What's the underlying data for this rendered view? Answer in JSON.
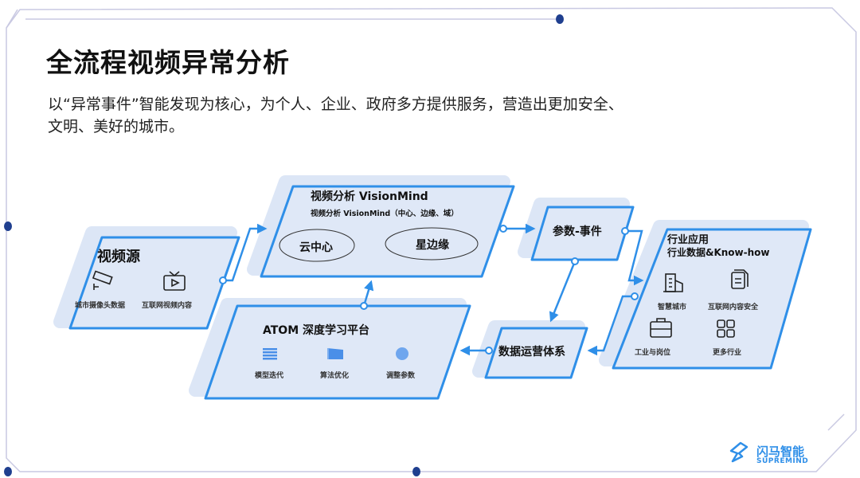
{
  "slide": {
    "title": "全流程视频异常分析",
    "subtitle_line1": "以“异常事件”智能发现为核心，为个人、企业、政府多方提供服务，营造出更加安全、",
    "subtitle_line2": "文明、美好的城市。"
  },
  "nodes": {
    "video_source": {
      "title": "视频源",
      "items": [
        {
          "label": "城市摄像头数据",
          "icon": "cctv-camera-icon"
        },
        {
          "label": "互联网视频内容",
          "icon": "tv-play-icon"
        }
      ]
    },
    "vision_mind": {
      "title": "视频分析 VisionMind",
      "subtitle": "视频分析 VisionMind（中心、边缘、域）",
      "cloud": "云中心",
      "edge": "星边缘"
    },
    "atom": {
      "title": "ATOM 深度学习平台",
      "items": [
        {
          "label": "模型迭代",
          "icon": "layers-icon"
        },
        {
          "label": "算法优化",
          "icon": "area-chart-icon"
        },
        {
          "label": "调整参数",
          "icon": "dial-icon"
        }
      ]
    },
    "params_event": {
      "title": "参数-事件"
    },
    "data_ops": {
      "title": "数据运营体系"
    },
    "industry": {
      "title": "行业应用",
      "subtitle": "行业数据&Know-how",
      "items": [
        {
          "label": "智慧城市",
          "icon": "building-icon"
        },
        {
          "label": "互联网内容安全",
          "icon": "document-icon"
        },
        {
          "label": "工业与岗位",
          "icon": "briefcase-icon"
        },
        {
          "label": "更多行业",
          "icon": "grid-icon"
        }
      ]
    }
  },
  "logo": {
    "cn": "闪马智能",
    "en": "SUPREMIND"
  },
  "colors": {
    "accent": "#2f8fe8",
    "fill": "#dce6f6",
    "frame": "#c9c9e2",
    "dot": "#1f3f8f"
  }
}
